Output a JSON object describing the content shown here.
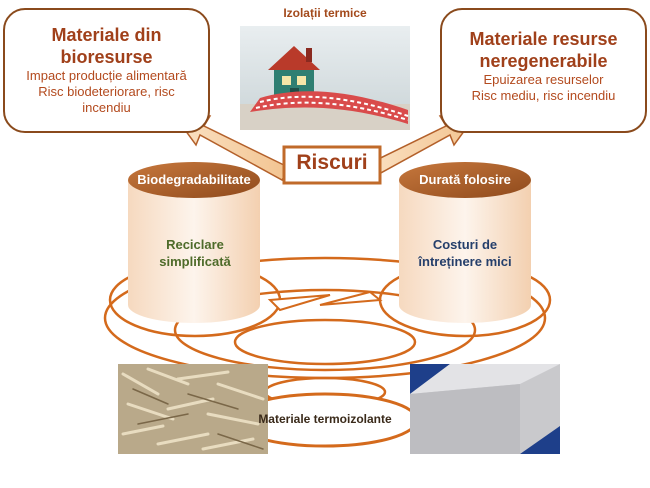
{
  "left_box": {
    "title_1": "Materiale din",
    "title_2": "bioresurse",
    "line_1": "Impact producție alimentară",
    "line_2": "Risc biodeteriorare, risc",
    "line_3": "incendiu"
  },
  "right_box": {
    "title_1": "Materiale resurse",
    "title_2": "neregenerabile",
    "line_1": "Epuizarea resurselor",
    "line_2": "Risc mediu, risc incendiu"
  },
  "photo_title": "Izolații termice",
  "center_label": "Riscuri",
  "left_cylinder": {
    "top": "Biodegradabilitate",
    "body_1": "Reciclare",
    "body_2": "simplificată"
  },
  "right_cylinder": {
    "top": "Durată folosire",
    "body_1": "Costuri de",
    "body_2": "întreținere mici"
  },
  "bottom_label": "Materiale termoizolante",
  "colors": {
    "brown": "#8a4a1c",
    "orange_fill": "#f7d2a6",
    "green": "#4e6b2a",
    "navy": "#253f6b"
  }
}
